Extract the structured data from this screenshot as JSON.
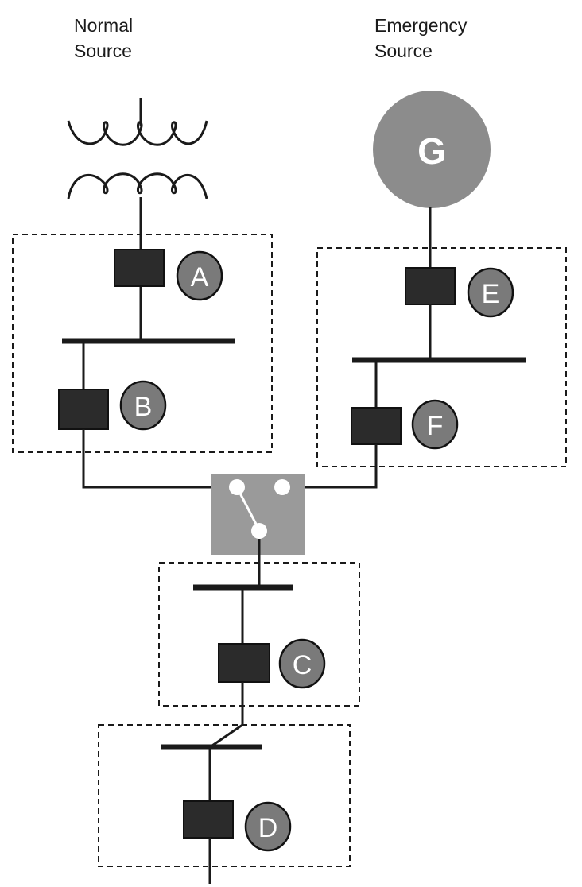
{
  "sources": {
    "normal": {
      "line1": "Normal",
      "line2": "Source"
    },
    "emergency": {
      "line1": "Emergency",
      "line2": "Source"
    }
  },
  "generator": {
    "label": "G"
  },
  "breakers": {
    "a": "A",
    "b": "B",
    "c": "C",
    "d": "D",
    "e": "E",
    "f": "F"
  }
}
